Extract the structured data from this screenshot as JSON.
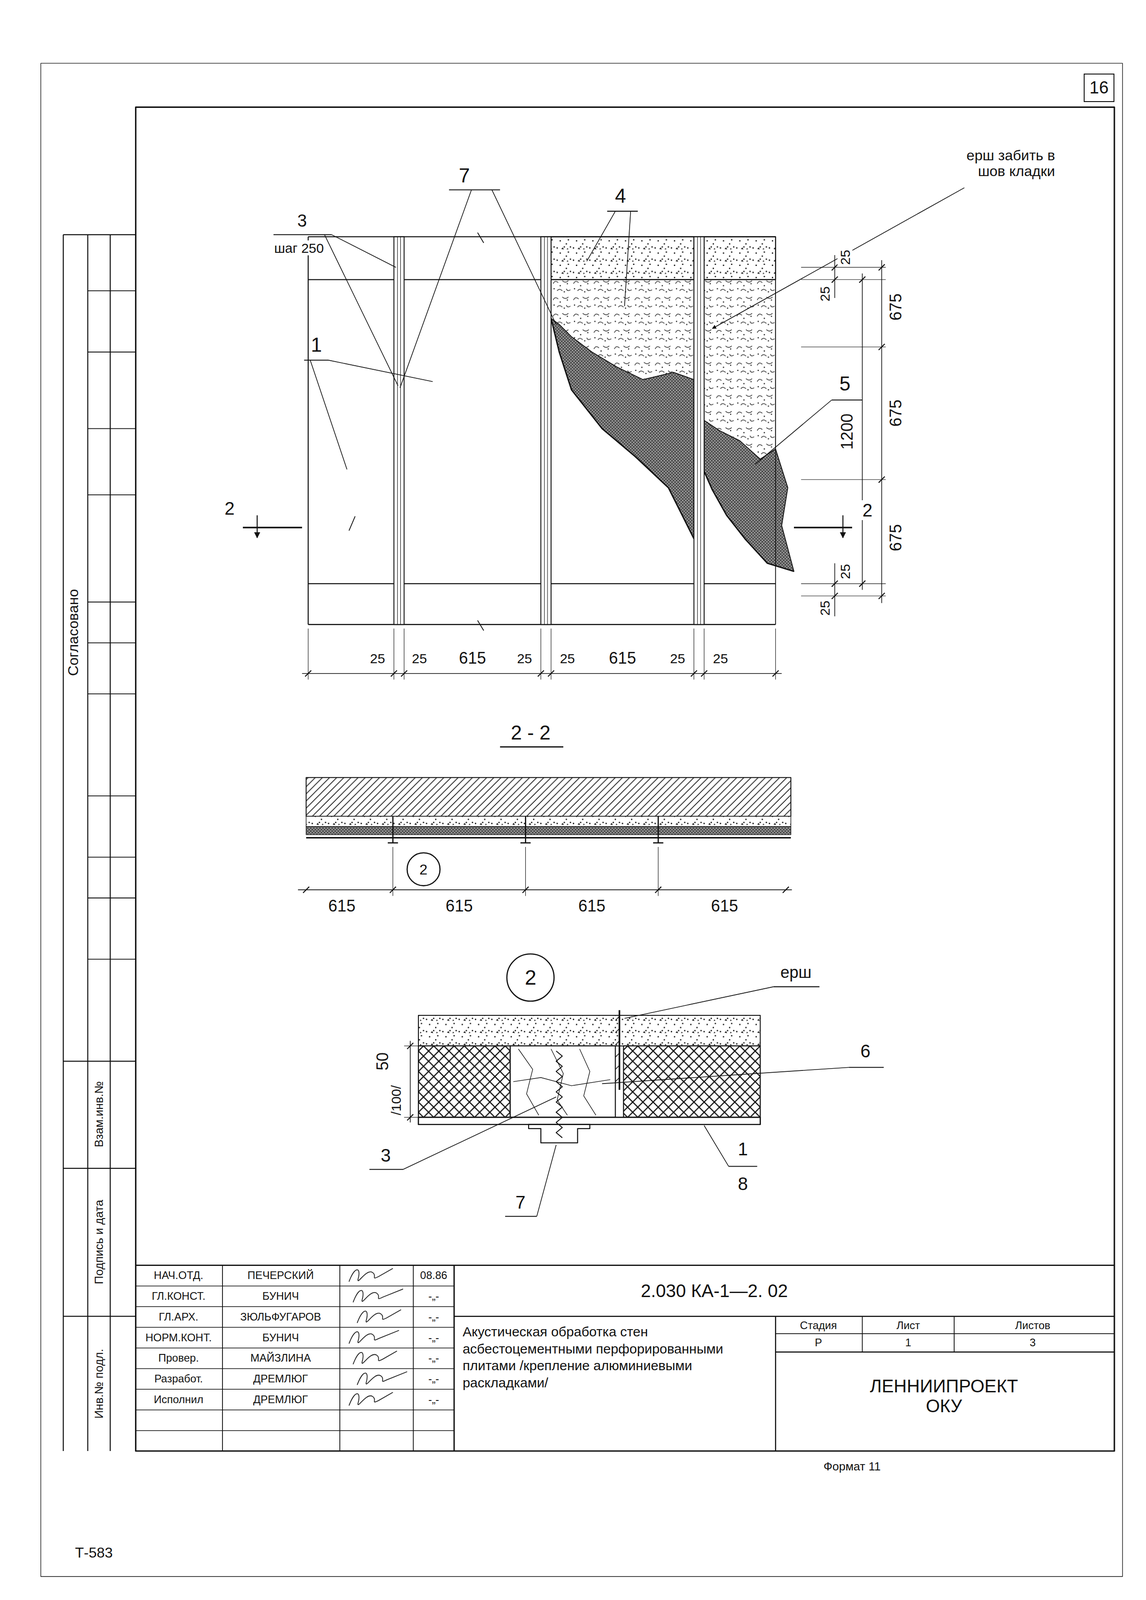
{
  "diagram": {
    "nodes": [
      {
        "text": [
          "16"
        ]
      },
      {
        "text": [
          "2"
        ]
      },
      {
        "text": [
          "2"
        ]
      }
    ],
    "labels": [
      "ерш забить в шов кладки",
      "7",
      "4",
      "3",
      "шаг 250",
      "1",
      "2",
      "5",
      "2",
      "25",
      "25",
      "675",
      "675",
      "1200",
      "675",
      "25",
      "25",
      "25",
      "25",
      "615",
      "25",
      "25",
      "615",
      "25",
      "25",
      "2 - 2",
      "615",
      "615",
      "615",
      "615",
      "ерш",
      "6",
      "50",
      "/100/",
      "3",
      "7",
      "1",
      "8",
      "Согласовано",
      "Взам.инв.№",
      "Подпись и дата",
      "Инв.№ подл.",
      "НАЧ.ОТД.",
      "ПЕЧЕРСКИЙ",
      "08.86",
      "ГЛ.КОНСТ.",
      "БУНИЧ",
      "-„-",
      "ГЛ.АРХ.",
      "ЗЮЛЬФУГАРОВ",
      "-„-",
      "НОРМ.КОНТ.",
      "БУНИЧ",
      "-„-",
      "Провер.",
      "МАЙЗЛИНА",
      "-„-",
      "Разработ.",
      "ДРЕМЛЮГ",
      "-„-",
      "Исполнил",
      "ДРЕМЛЮГ",
      "-„-",
      "2.030 КА-1—2. 02",
      "Акустическая обработка стен асбестоцементными перфорированными плитами /крепление алюминиевыми раскладками/",
      "Стадия",
      "Лист",
      "Листов",
      "Р",
      "1",
      "3",
      "ЛЕННИИПРОЕКТ ОКУ",
      "Формат 11",
      "Т-583"
    ]
  }
}
